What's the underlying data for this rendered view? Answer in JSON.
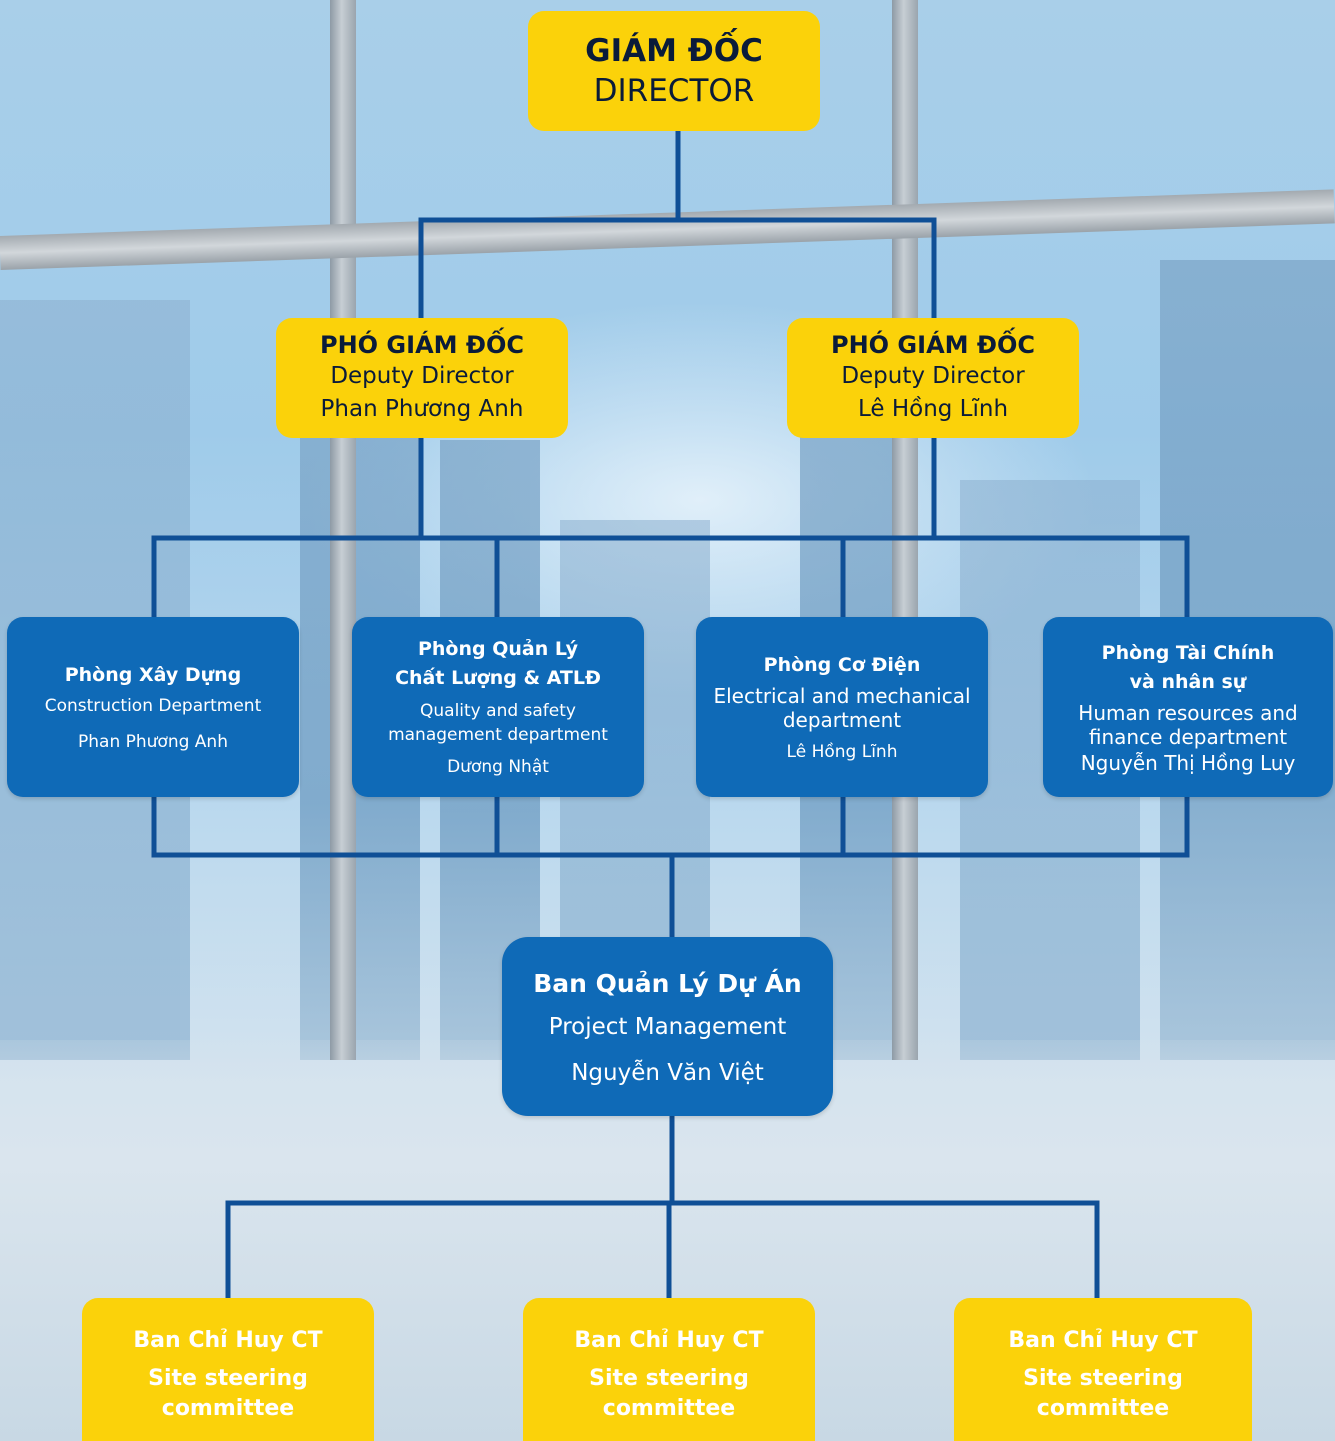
{
  "colors": {
    "connector": "#0f4f96",
    "yellow_box": "#fbd20a",
    "blue_box": "#0f6ab7"
  },
  "director": {
    "title": "GIÁM ĐỐC",
    "subtitle": "DIRECTOR"
  },
  "deputies": [
    {
      "title": "PHÓ GIÁM ĐỐC",
      "role": "Deputy Director",
      "name": "Phan Phương Anh"
    },
    {
      "title": "PHÓ GIÁM ĐỐC",
      "role": "Deputy Director",
      "name": "Lê Hồng Lĩnh"
    }
  ],
  "departments": [
    {
      "title": "Phòng  Xây Dựng",
      "title_line2": "",
      "desc_line1": "Construction Department",
      "desc_line2": "",
      "name": "Phan Phương Anh"
    },
    {
      "title": "Phòng  Quản Lý",
      "title_line2": "Chất Lượng & ATLĐ",
      "desc_line1": "Quality and safety",
      "desc_line2": "management department",
      "name": "Dương Nhật"
    },
    {
      "title": "Phòng  Cơ Điện",
      "title_line2": "",
      "desc_line1": "Electrical and mechanical",
      "desc_line2": "department",
      "name": "Lê Hồng Lĩnh"
    },
    {
      "title": "Phòng  Tài Chính",
      "title_line2": "và nhân sự",
      "desc_line1": "Human resources and",
      "desc_line2": "finance department",
      "name": "Nguyễn Thị Hồng Luy"
    }
  ],
  "project_management": {
    "title": "Ban Quản Lý Dự Án",
    "subtitle": "Project Management",
    "name": "Nguyễn Văn Việt"
  },
  "site_committees": [
    {
      "title": "Ban Chỉ Huy CT",
      "line2": "Site steering",
      "line3": "committee"
    },
    {
      "title": "Ban Chỉ Huy CT",
      "line2": "Site steering",
      "line3": "committee"
    },
    {
      "title": "Ban Chỉ Huy CT",
      "line2": "Site steering",
      "line3": "committee"
    }
  ]
}
